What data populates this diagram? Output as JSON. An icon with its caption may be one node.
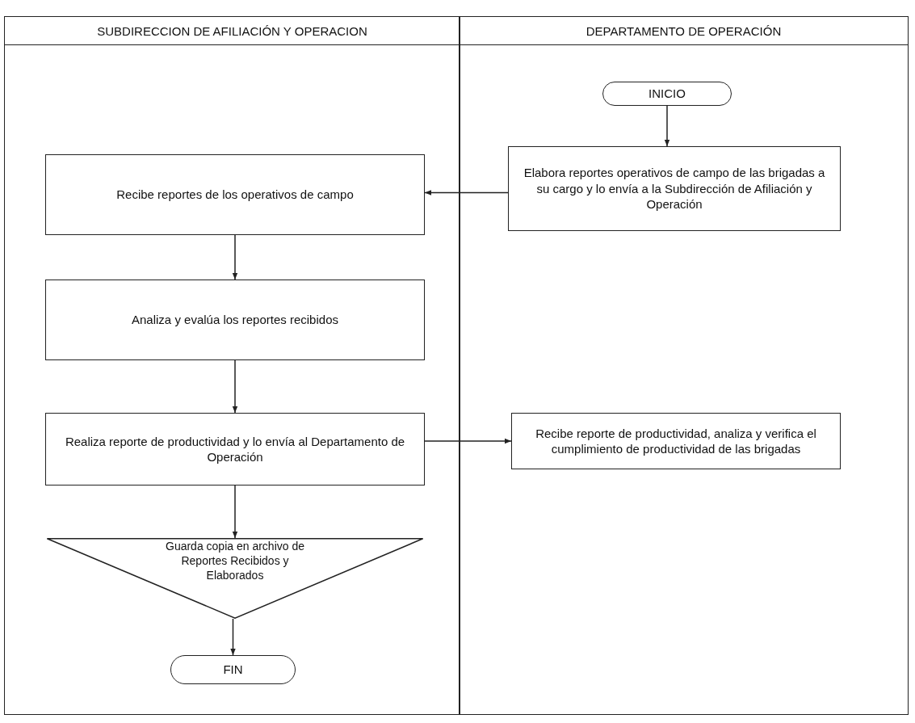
{
  "diagram": {
    "nodes": [
      {
        "text": [
          "SUBDIRECCION DE AFILIACIÓN Y OPERACION"
        ]
      },
      {
        "text": [
          "DEPARTAMENTO DE OPERACIÓN"
        ]
      },
      {
        "text": [
          "INICIO"
        ],
        "in": 1
      },
      {
        "text": [
          "Elabora reportes operativos de campo de las brigadas a su cargo y lo envía a la Subdirección de Afiliación y Operación"
        ],
        "in": 1
      },
      {
        "text": [
          "Recibe reportes de los operativos de campo"
        ],
        "in": 0
      },
      {
        "text": [
          "Analiza y evalúa los reportes recibidos"
        ],
        "in": 0
      },
      {
        "text": [
          "Realiza reporte de productividad y lo envía al Departamento de Operación"
        ],
        "in": 0
      },
      {
        "text": [
          "Recibe reporte de productividad, analiza y verifica el cumplimiento de productividad de las brigadas"
        ],
        "in": 1
      },
      {
        "text": [
          "Guarda copia en archivo de Reportes Recibidos y Elaborados"
        ],
        "in": 0
      },
      {
        "text": [
          "FIN"
        ],
        "in": 0
      }
    ],
    "edges": [
      {
        "from": 2,
        "to": 3,
        "arrow": "to"
      },
      {
        "from": 3,
        "to": 4,
        "arrow": "to"
      },
      {
        "from": 4,
        "to": 5,
        "arrow": "to"
      },
      {
        "from": 5,
        "to": 6,
        "arrow": "to"
      },
      {
        "from": 6,
        "to": 7,
        "arrow": "to"
      },
      {
        "from": 6,
        "to": 8,
        "arrow": "to"
      },
      {
        "from": 8,
        "to": 9,
        "arrow": "to"
      }
    ]
  }
}
